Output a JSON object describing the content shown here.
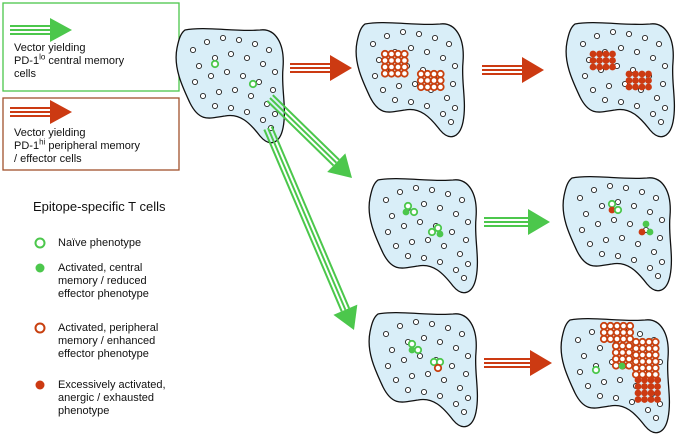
{
  "key_boxes": [
    {
      "lines": [
        "Vector yielding",
        "PD-1",
        "central memory",
        "cells"
      ],
      "superscript": "lo",
      "arrow_color": "#4cc74c",
      "border_color": "#4cc74c"
    },
    {
      "lines": [
        "Vector yielding",
        "PD-1",
        "peripheral memory",
        "/ effector cells"
      ],
      "superscript": "hi",
      "arrow_color": "#cc3a12",
      "border_color": "#a0522d"
    }
  ],
  "legend": {
    "title": "Epitope-specific T cells",
    "items": [
      {
        "symbol": "green-ring",
        "label_lines": [
          "Naïve phenotype"
        ]
      },
      {
        "symbol": "green-dot",
        "label_lines": [
          "Activated, central",
          "memory / reduced",
          "effector phenotype"
        ]
      },
      {
        "symbol": "red-ring",
        "label_lines": [
          "Activated, peripheral",
          "memory / enhanced",
          "effector phenotype"
        ]
      },
      {
        "symbol": "red-dot",
        "label_lines": [
          "Excessively activated,",
          "anergic / exhausted",
          "phenotype"
        ]
      }
    ]
  },
  "colors": {
    "green": "#4cc74c",
    "red": "#cc3a12",
    "tissue_fill": "#d9eef8",
    "tissue_stroke": "#111111",
    "red_ring": "#c8400f"
  }
}
